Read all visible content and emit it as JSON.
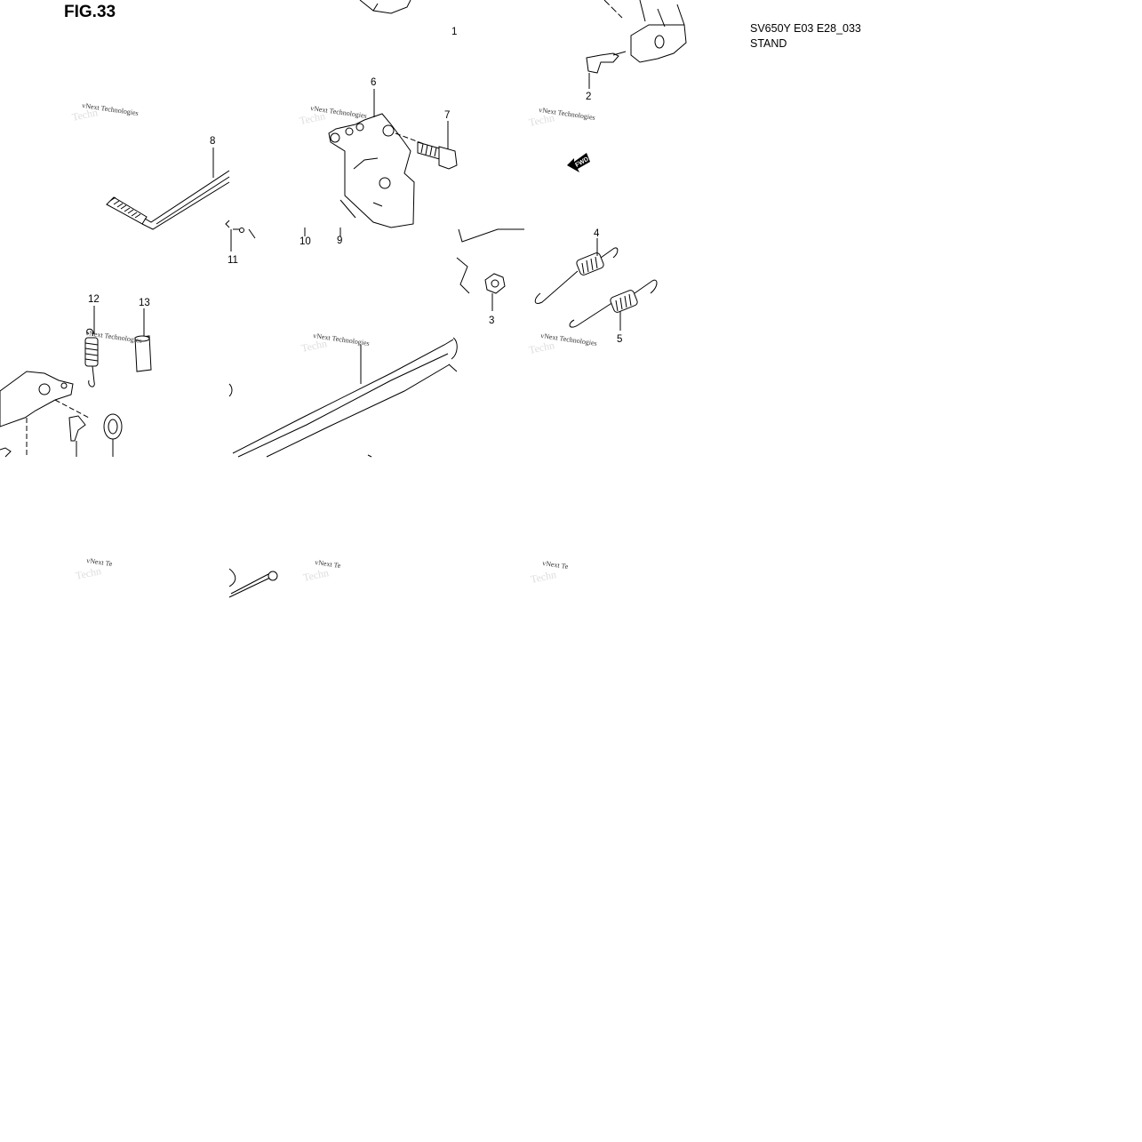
{
  "header": {
    "figure": "FIG.33",
    "model_code": "SV650Y E03 E28_033",
    "section": "STAND"
  },
  "callouts": [
    "1",
    "2",
    "3",
    "4",
    "5",
    "6",
    "7",
    "8",
    "9",
    "10",
    "11",
    "12",
    "13"
  ],
  "watermark": {
    "text": "vNext Technologies",
    "partial": "vNext Te",
    "sub": "Techn"
  },
  "direction_marker": "FWD"
}
